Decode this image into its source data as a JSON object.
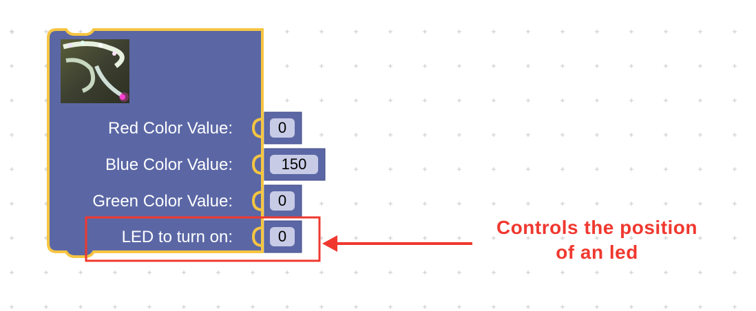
{
  "block": {
    "thumbnail_icon": "led-strip-image",
    "color": "#5b67a5",
    "border_color": "#f5c542",
    "inputs": [
      {
        "label": "Red Color Value:",
        "value": "0"
      },
      {
        "label": "Blue Color Value:",
        "value": "150"
      },
      {
        "label": "Green Color Value:",
        "value": "0"
      },
      {
        "label": "LED to turn on:",
        "value": "0"
      }
    ]
  },
  "annotation": {
    "line1": "Controls the position",
    "line2": "of an led",
    "color": "#f0382f"
  }
}
